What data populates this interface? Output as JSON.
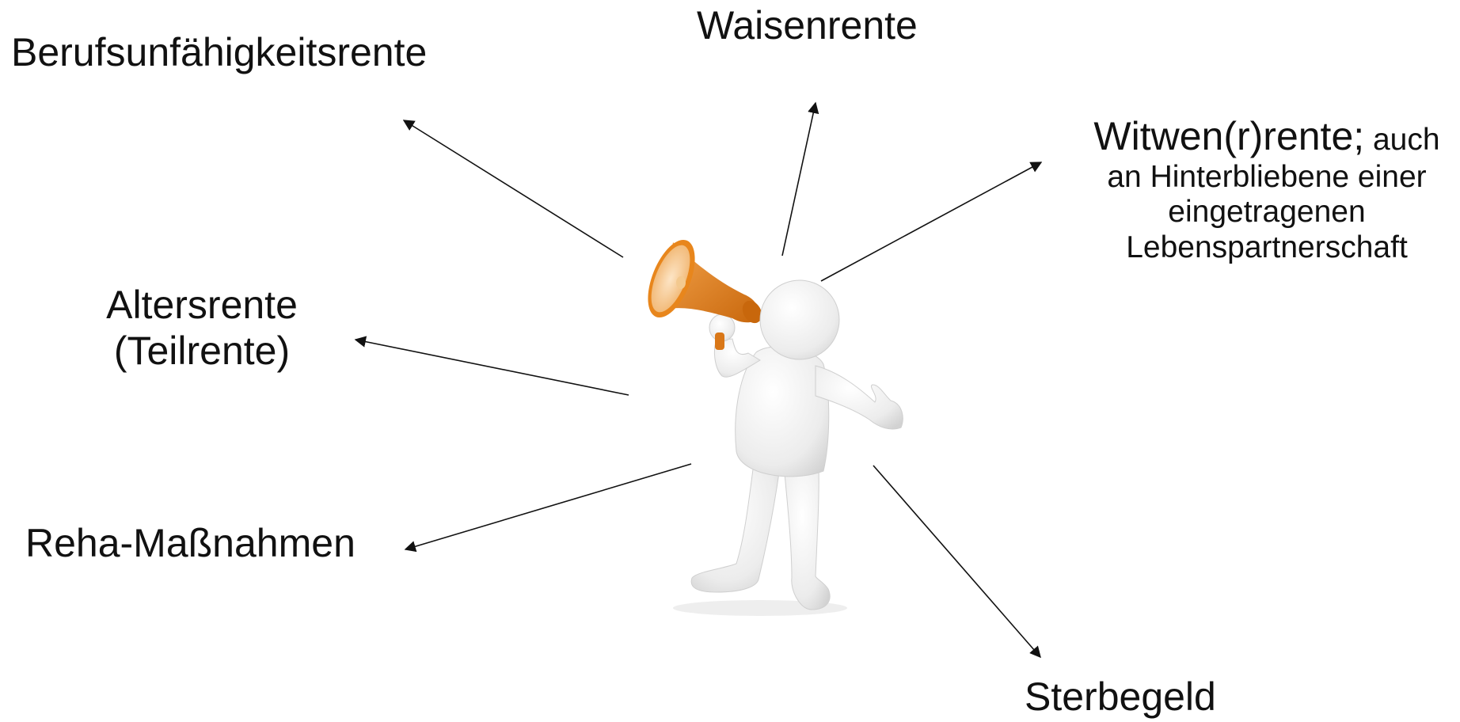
{
  "labels": {
    "berufsunfaehigkeitsrente": "Berufsunfähigkeitsrente",
    "waisenrente": "Waisenrente",
    "witwen_main": "Witwen(r)rente;",
    "witwen_suffix": " auch",
    "witwen_line2": "an Hinterbliebene einer",
    "witwen_line3": "eingetragenen",
    "witwen_line4": "Lebenspartnerschaft",
    "altersrente_line1": "Altersrente",
    "altersrente_line2": "(Teilrente)",
    "reha": "Reha-Maßnahmen",
    "sterbegeld": "Sterbegeld"
  },
  "colors": {
    "text": "#111111",
    "arrow": "#111111",
    "megaphone": "#e8861c",
    "figure": "#f0f0f0"
  },
  "icons": {
    "figure": "person-with-megaphone-icon"
  }
}
